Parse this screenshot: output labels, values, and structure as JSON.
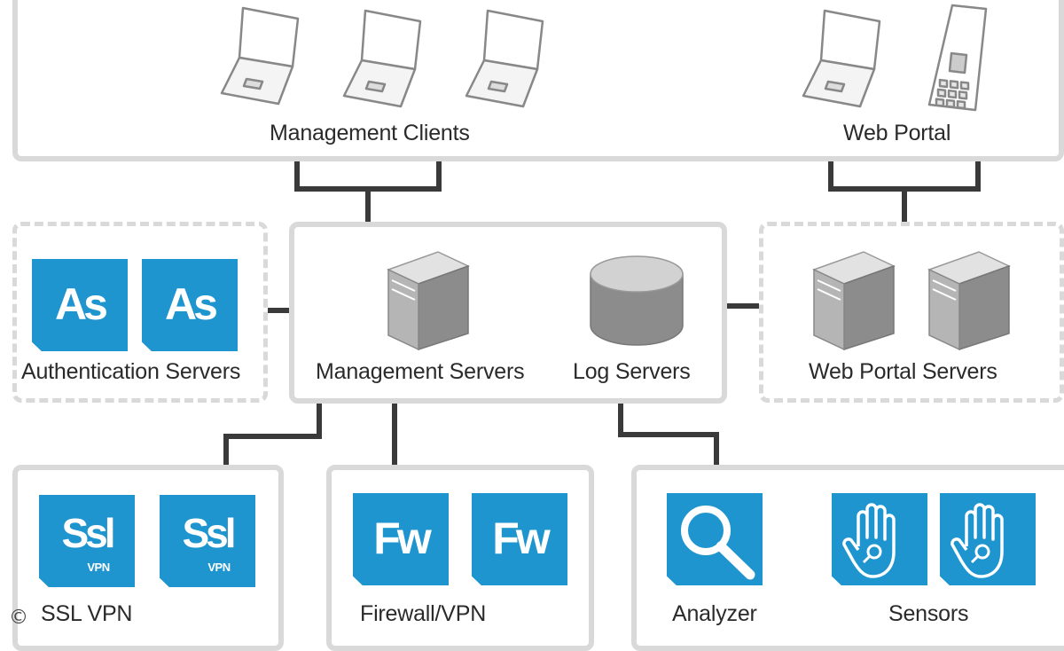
{
  "labels": {
    "management_clients": "Management Clients",
    "web_portal": "Web Portal",
    "authentication_servers": "Authentication Servers",
    "management_servers": "Management Servers",
    "log_servers": "Log Servers",
    "web_portal_servers": "Web Portal Servers",
    "ssl_vpn": "SSL VPN",
    "firewall_vpn": "Firewall/VPN",
    "analyzer": "Analyzer",
    "sensors": "Sensors"
  },
  "tiles": {
    "auth": "As",
    "ssl": "Ssl",
    "ssl_sub": "VPN",
    "fw": "Fw"
  },
  "copyright_symbol": "©",
  "colors": {
    "tile_blue": "#1e95cf",
    "box_border": "#d9d9d9",
    "wire": "#3a3a3a",
    "device_gray": "#888888"
  },
  "icons": {
    "clients": "laptop-icon",
    "phone": "mobile-phone-icon",
    "server": "server-tower-icon",
    "log": "database-icon",
    "analyzer": "magnifier-icon",
    "sensor": "hand-sensor-icon"
  }
}
